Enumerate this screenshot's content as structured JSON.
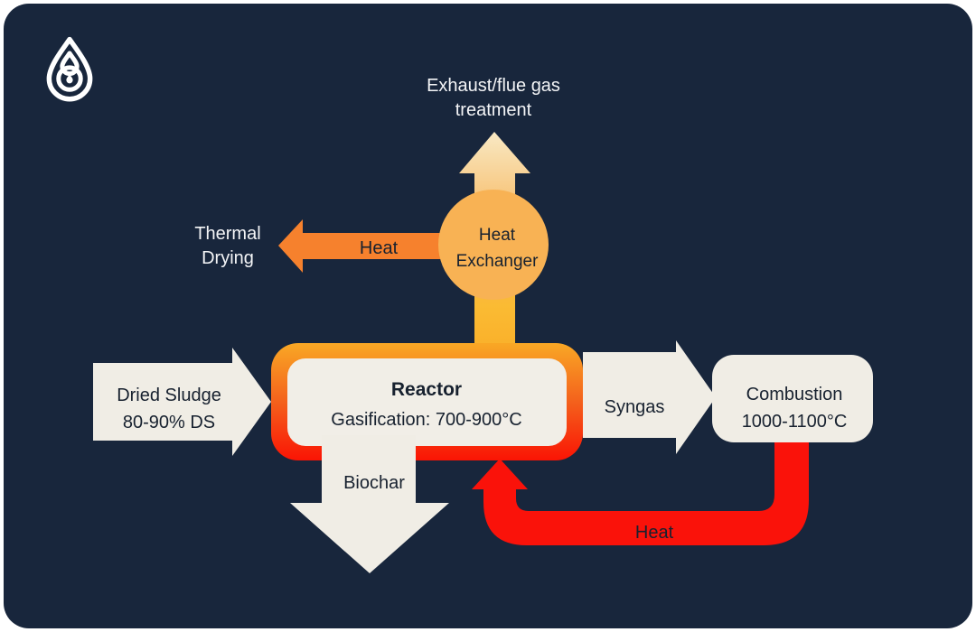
{
  "logo": {
    "icon": "water-drop-logo"
  },
  "labels": {
    "exhaust": [
      "Exhaust/flue gas",
      "treatment"
    ],
    "thermal_drying": [
      "Thermal",
      "Drying"
    ],
    "heat_to_drying": "Heat",
    "heat_exchanger": [
      "Heat",
      "Exchanger"
    ],
    "dried_sludge": [
      "Dried Sludge",
      "80-90% DS"
    ],
    "reactor_title": "Reactor",
    "reactor_subtitle": "Gasification: 700-900°C",
    "syngas": "Syngas",
    "combustion": [
      "Combustion",
      "1000-1100°C"
    ],
    "biochar": "Biochar",
    "heat_recycle": "Heat"
  },
  "colors": {
    "page_background": "#FFFFFF",
    "card_background": "#18263C",
    "cream_shape": "#F0EDE5",
    "reactor_inner": "#F1EEE7",
    "heat_exchanger_circle": "#F8B254",
    "heat_arrow_orange": "#F6812D",
    "stem_yellow": "#FABB33",
    "reactor_border_top": "#F9A825",
    "reactor_border_bottom": "#FA1404",
    "heat_pipe_red": "#FA120A",
    "light_text": "#F4F5F7",
    "dark_text": "#17212F"
  }
}
